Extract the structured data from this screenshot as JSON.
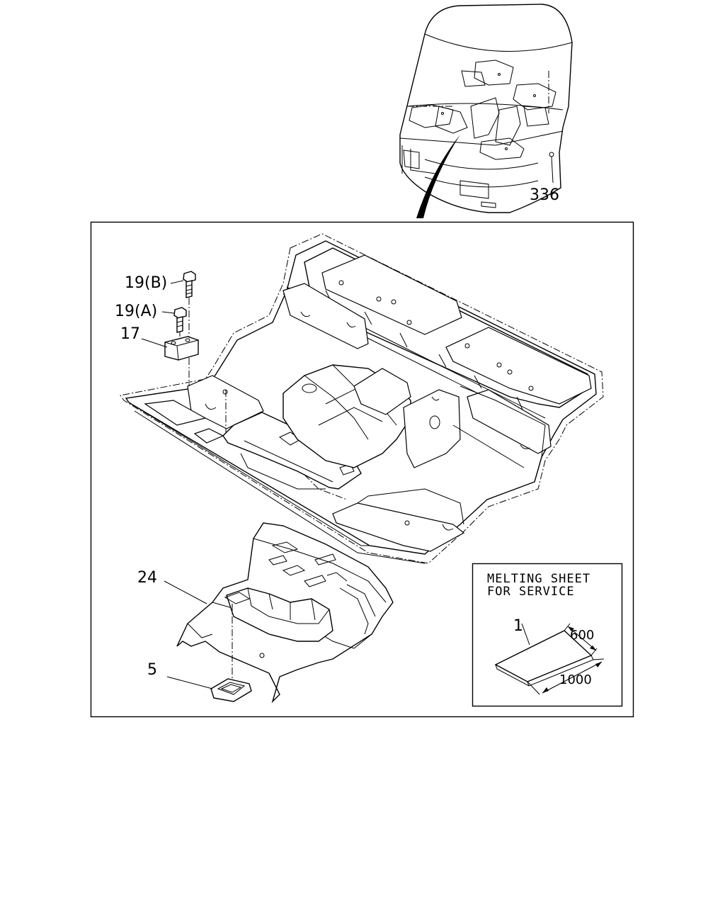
{
  "callouts": {
    "cab": "336",
    "bolt_b": "19(B)",
    "bolt_a": "19(A)",
    "bracket": "17",
    "insulator_rear": "24",
    "grommet": "5",
    "sheet": "1"
  },
  "service_box": {
    "line1": "MELTING SHEET",
    "line2": "FOR SERVICE",
    "dim_width": "600",
    "dim_length": "1000"
  }
}
